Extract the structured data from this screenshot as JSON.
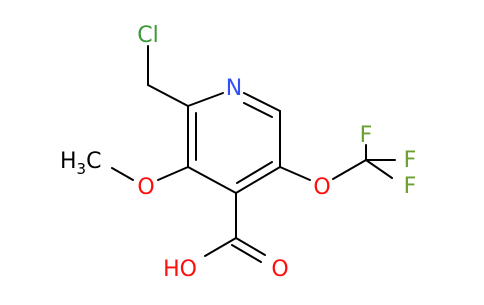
{
  "molecule": {
    "atom_labels": {
      "chlorine": "Cl",
      "nitrogen": "N",
      "methyl_prefix": "H",
      "methyl_subscript": "3",
      "methyl_suffix": "C",
      "methoxy_oxygen": "O",
      "hydroxyl": "HO",
      "carbonyl_oxygen": "O",
      "ether_oxygen": "O",
      "fluorine_top": "F",
      "fluorine_right": "F",
      "fluorine_bottom": "F"
    },
    "colors": {
      "bond": "#000000",
      "carbon_label": "#000000",
      "chlorine": "#3a9a3a",
      "nitrogen": "#3050f8",
      "oxygen": "#ff0d0d",
      "fluorine": "#6aa030"
    }
  }
}
